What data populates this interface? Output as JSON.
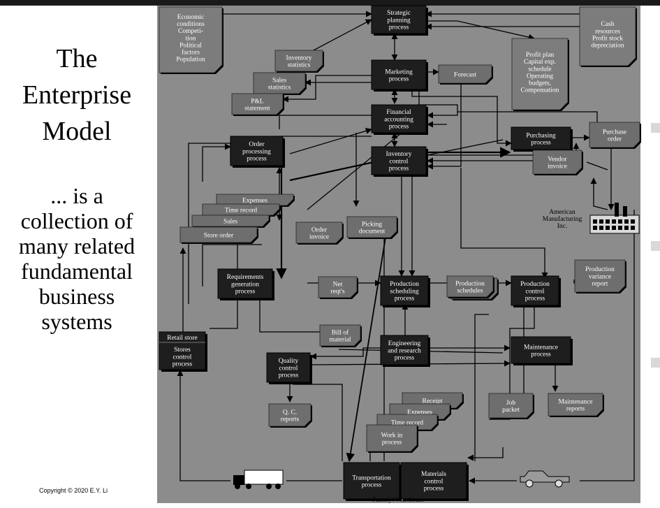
{
  "slide": {
    "title_line1": "The",
    "title_line2": "Enterprise",
    "title_line3": "Model",
    "sub_line1": "... is a",
    "sub_line2": "collection of",
    "sub_line3": "many related",
    "sub_line4": "fundamental",
    "sub_line5": "business",
    "sub_line6": "systems",
    "copyright": "Copyright © 2020 E.Y. Li"
  },
  "diagram": {
    "footer": "Factory / Warehouse",
    "notes": {
      "economic": [
        "Economic",
        "conditions",
        "Competi-",
        "tion",
        "Political",
        "factors",
        "Population"
      ],
      "cash": [
        "Cash",
        "resources",
        "Profit stock",
        "depreciation"
      ],
      "profit_plan": [
        "Profit plan",
        "Capital exp.",
        "schedule",
        "Operating",
        "budgets,",
        "Compensation"
      ]
    },
    "processes": {
      "strategic": [
        "Strategic",
        "planning",
        "process"
      ],
      "marketing": [
        "Marketing",
        "process"
      ],
      "financial": [
        "Financial",
        "accounting",
        "process"
      ],
      "inventory": [
        "Inventory",
        "control",
        "process"
      ],
      "order_processing": [
        "Order",
        "processing",
        "process"
      ],
      "purchasing": [
        "Purchasing",
        "process"
      ],
      "requirements": [
        "Requirements",
        "generation",
        "process"
      ],
      "production_scheduling": [
        "Production",
        "scheduling",
        "process"
      ],
      "production_control": [
        "Production",
        "control",
        "process"
      ],
      "engineering": [
        "Engineering",
        "and research",
        "process"
      ],
      "maintenance": [
        "Maintenance",
        "process"
      ],
      "quality": [
        "Quality",
        "control",
        "process"
      ],
      "stores": [
        "Stores",
        "control",
        "process"
      ],
      "stores_header": "Retail store",
      "transportation": [
        "Transportation",
        "process"
      ],
      "materials": [
        "Materials",
        "control",
        "process"
      ]
    },
    "docs": {
      "inventory_statistics": [
        "Inventory",
        "statistics"
      ],
      "sales_statistics": [
        "Sales",
        "statistics"
      ],
      "pl_statement": [
        "P&L",
        "statement"
      ],
      "forecast": [
        "Forecast"
      ],
      "purchase_order": [
        "Purchase",
        "order"
      ],
      "vendor_invoice": [
        "Vendor",
        "invoice"
      ],
      "expenses": [
        "Expenses"
      ],
      "time_record": [
        "Time record"
      ],
      "sales": [
        "Sales"
      ],
      "store_order": [
        "Store order"
      ],
      "order_invoice": [
        "Order",
        "invoice"
      ],
      "picking_document": [
        "Picking",
        "document"
      ],
      "net_reqts": [
        "Net",
        "reqt's"
      ],
      "production_schedules": [
        "Production",
        "schedules"
      ],
      "production_variance": [
        "Production",
        "variance",
        "report"
      ],
      "bill_of_material": [
        "Bill of",
        "material"
      ],
      "qc_reports": [
        "Q. C.",
        "reports"
      ],
      "receipt": [
        "Receipt"
      ],
      "expenses2": [
        "Expenses"
      ],
      "time_record2": [
        "Time record"
      ],
      "work_in_process": [
        "Work in",
        "process"
      ],
      "job_packet": [
        "Job",
        "packet"
      ],
      "maintenance_reports": [
        "Maintenance",
        "reports"
      ]
    },
    "company": [
      "American",
      "Manufacturing",
      "Inc."
    ],
    "colors": {
      "background": "#8c8c8c",
      "process_box": "#1e1e1e",
      "document": "#6e6e6e",
      "note": "#7c7c7c",
      "line": "#000000"
    }
  }
}
